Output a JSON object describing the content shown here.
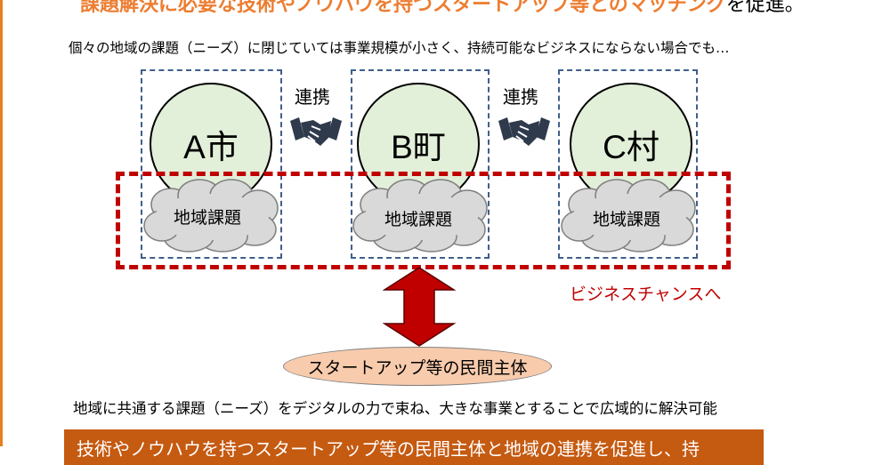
{
  "header": {
    "title_highlight": "課題解決に必要な技術やノウハウを持つスタートアップ等とのマッチング",
    "title_tail": "を促進。"
  },
  "intro_text": "個々の地域の課題（ニーズ）に閉じていては事業規模が小さく、持続可能なビジネスにならない場合でも…",
  "cities": [
    {
      "name": "A市",
      "issue": "地域課題"
    },
    {
      "name": "B町",
      "issue": "地域課題"
    },
    {
      "name": "C村",
      "issue": "地域課題"
    }
  ],
  "links": [
    {
      "label": "連携",
      "icon": "handshake-icon"
    },
    {
      "label": "連携",
      "icon": "handshake-icon"
    }
  ],
  "business_chance": "ビジネスチャンスへ",
  "startup_label": "スタートアップ等の民間主体",
  "common_issue_text": "地域に共通する課題（ニーズ）をデジタルの力で束ね、大きな事業とすることで広域的に解決可能",
  "bottom_banner": "技術やノウハウを持つスタートアップ等の民間主体と地域の連携を促進し、持",
  "colors": {
    "accent_orange": "#ed7d31",
    "circle_fill": "#e2efd9",
    "region_dash": "#c00000",
    "city_box_dash": "#3f5f8a",
    "arrow_fill": "#c00000",
    "startup_fill": "#f8cbad",
    "banner_fill": "#c55a11"
  }
}
